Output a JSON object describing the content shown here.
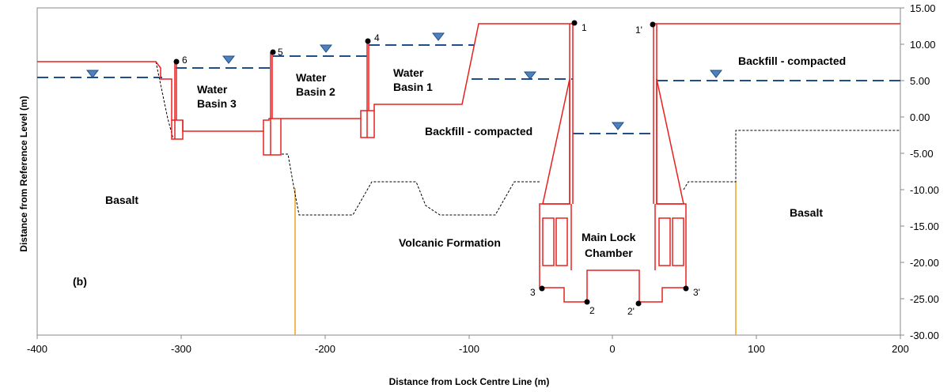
{
  "axes": {
    "xlabel": "Distance from Lock Centre Line (m)",
    "ylabel": "Distance from Reference Level  (m)",
    "x_ticks": [
      "-400",
      "-300",
      "-200",
      "-100",
      "0",
      "100",
      "200"
    ],
    "y_ticks": [
      "15.00",
      "10.00",
      "5.00",
      "0.00",
      "-5.00",
      "-10.00",
      "-15.00",
      "-20.00",
      "-25.00",
      "-30.00"
    ]
  },
  "labels": {
    "water_basin_3": [
      "Water",
      "Basin 3"
    ],
    "water_basin_2": [
      "Water",
      "Basin 2"
    ],
    "water_basin_1": [
      "Water",
      "Basin 1"
    ],
    "backfill_right": "Backfill - compacted",
    "backfill_center": "Backfill - compacted",
    "basalt_left": "Basalt",
    "basalt_right": "Basalt",
    "volcanic": "Volcanic Formation",
    "main_lock": [
      "Main Lock",
      "Chamber"
    ],
    "panel": "(b)"
  },
  "points": [
    {
      "label": "1"
    },
    {
      "label": "1'"
    },
    {
      "label": "2"
    },
    {
      "label": "2'"
    },
    {
      "label": "3"
    },
    {
      "label": "3'"
    },
    {
      "label": "4"
    },
    {
      "label": "5"
    },
    {
      "label": "6"
    }
  ],
  "colors": {
    "structure": "#e8201e",
    "water": "#1f4e8a",
    "water_marker": "#4f81bd",
    "rock_boundary": "#000000",
    "fault": "#f0a31f"
  }
}
